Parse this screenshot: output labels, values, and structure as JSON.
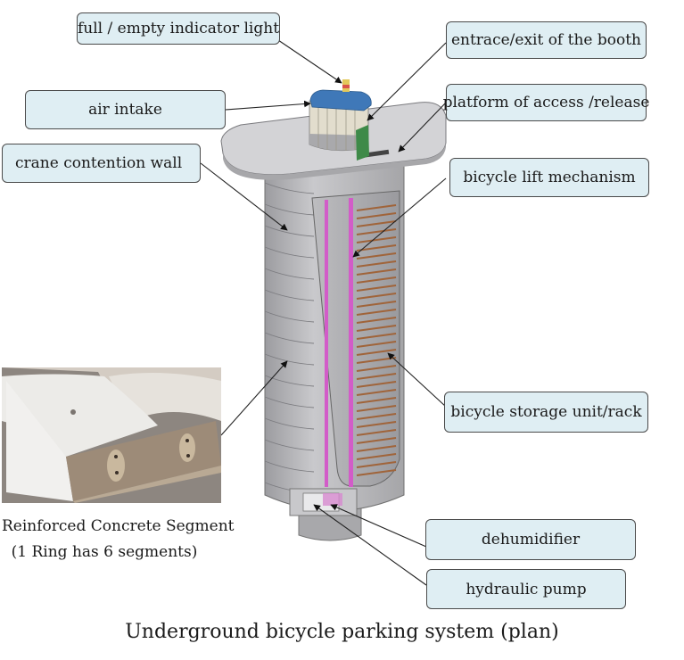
{
  "labels": {
    "indicator_light": "full / empty indicator light",
    "entrance_exit": "entrace/exit of the booth",
    "air_intake": "air intake",
    "platform": "platform of access /release",
    "crane_wall": "crane contention wall",
    "lift_mechanism": "bicycle lift mechanism",
    "storage_rack": "bicycle storage unit/rack",
    "dehumidifier": "dehumidifier",
    "hydraulic_pump": "hydraulic pump"
  },
  "photo_caption": {
    "line1": "Reinforced Concrete Segment",
    "line2": "(1 Ring has 6 segments)"
  },
  "main_caption": "Underground bicycle parking system (plan)",
  "colors": {
    "label_fill": "#dfeef3",
    "shaft_gray": "#b9b9bc",
    "booth_roof": "#3f78b8",
    "rail_magenta": "#d25cc8",
    "bike_frame": "#a0643a",
    "door_green": "#3e8a48"
  }
}
